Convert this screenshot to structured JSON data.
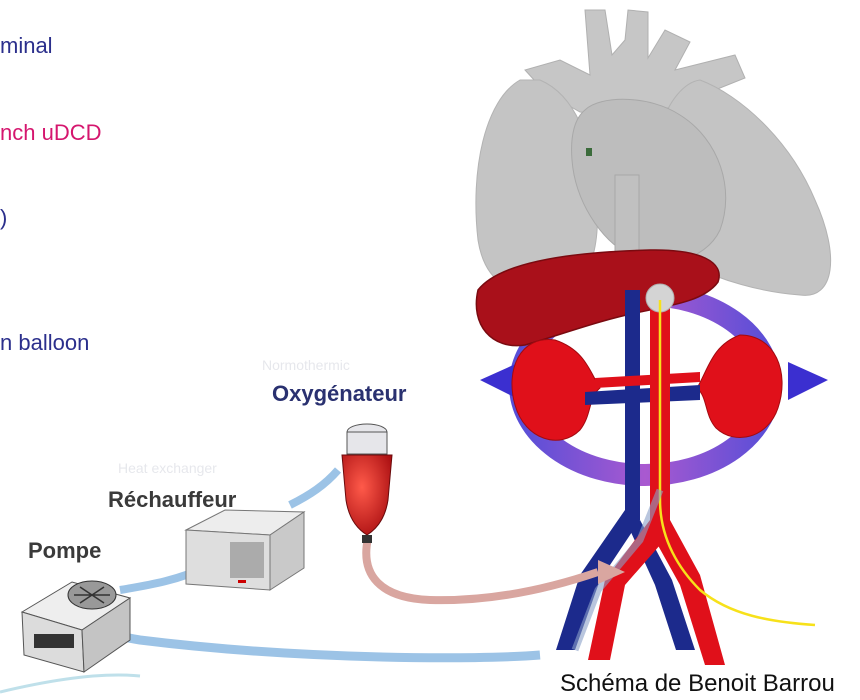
{
  "left_text": {
    "line1": "minal",
    "line2": "nch uDCD",
    "line3": ")",
    "line4": "n balloon"
  },
  "labels": {
    "oxygenator": "Oxygénateur",
    "warmer": "Réchauffeur",
    "pump": "Pompe"
  },
  "faint_labels": {
    "top": "Normothermic",
    "mid": "Heat exchanger"
  },
  "caption": "Schéma de Benoit Barrou",
  "colors": {
    "organ_gray": "#c6c6c6",
    "artery_red": "#e0101a",
    "vein_blue": "#1c2a8c",
    "liver": "#a9101a",
    "kidney": "#e0101a",
    "ring_purple": "#5a33c8",
    "tube_blue": "#8fbfe8",
    "tube_pink": "#d9a6a0"
  }
}
